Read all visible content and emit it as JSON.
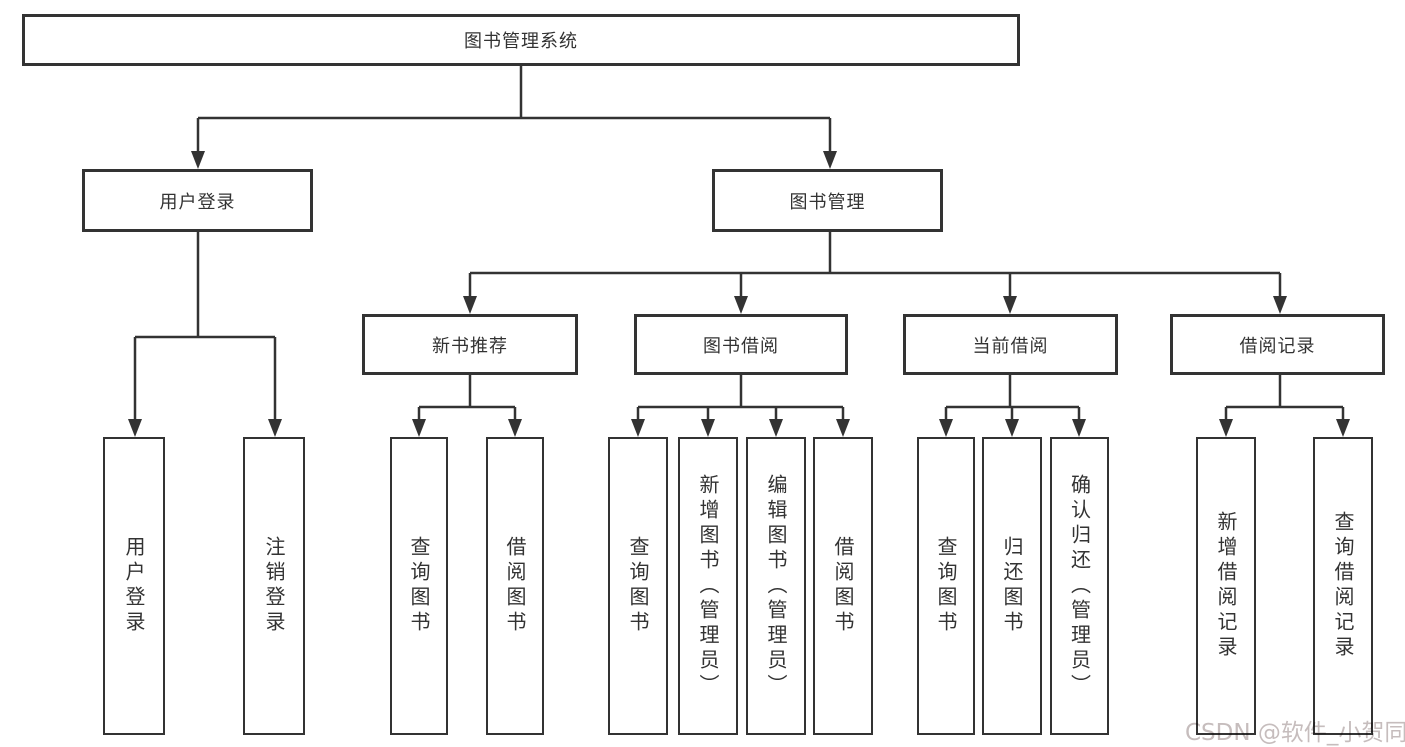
{
  "diagram": {
    "type": "hierarchy-tree",
    "colors": {
      "line": "#333333",
      "box_border": "#333333",
      "box_background": "#ffffff",
      "text": "#333333",
      "watermark_text": "#c6bdbd"
    }
  },
  "tree": {
    "label": "图书管理系统",
    "children": [
      {
        "label": "用户登录",
        "children": [
          {
            "label": "用户登录"
          },
          {
            "label": "注销登录"
          }
        ]
      },
      {
        "label": "图书管理",
        "children": [
          {
            "label": "新书推荐",
            "children": [
              {
                "label": "查询图书"
              },
              {
                "label": "借阅图书"
              }
            ]
          },
          {
            "label": "图书借阅",
            "children": [
              {
                "label": "查询图书"
              },
              {
                "label": "新增图书（管理员）"
              },
              {
                "label": "编辑图书（管理员）"
              },
              {
                "label": "借阅图书"
              }
            ]
          },
          {
            "label": "当前借阅",
            "children": [
              {
                "label": "查询图书"
              },
              {
                "label": "归还图书"
              },
              {
                "label": "确认归还（管理员）"
              }
            ]
          },
          {
            "label": "借阅记录",
            "children": [
              {
                "label": "新增借阅记录"
              },
              {
                "label": "查询借阅记录"
              }
            ]
          }
        ]
      }
    ]
  },
  "watermark": {
    "text": "CSDN @软件_小贺同学"
  }
}
